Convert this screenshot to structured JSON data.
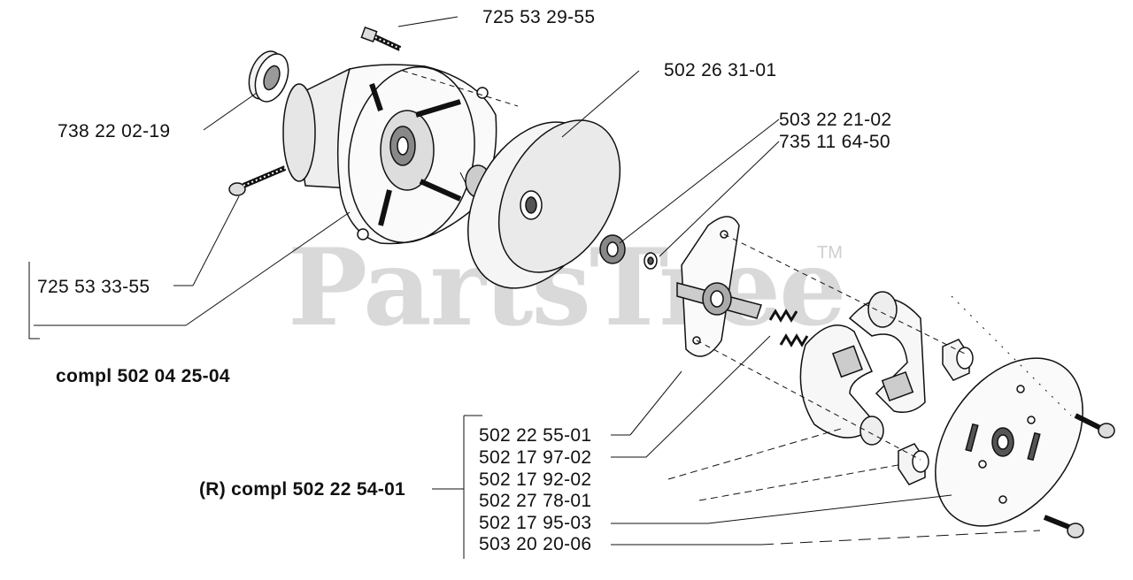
{
  "watermark": {
    "text": "PartsTree",
    "trademark": "TM"
  },
  "labels": {
    "p1": "725 53 29-55",
    "p2": "502 26 31-01",
    "p3": "738 22 02-19",
    "p4": "503 22 21-02",
    "p5": "735 11 64-50",
    "p6": "725 53 33-55",
    "p7": "502 22 55-01",
    "p8": "502 17 97-02",
    "p9": "502 17 92-02",
    "p10": "502 27 78-01",
    "p11": "502 17 95-03",
    "p12": "503 20 20-06"
  },
  "assemblies": {
    "housing_compl": "compl 502 04 25-04",
    "clutch_compl": "(R) compl 502 22 54-01"
  }
}
